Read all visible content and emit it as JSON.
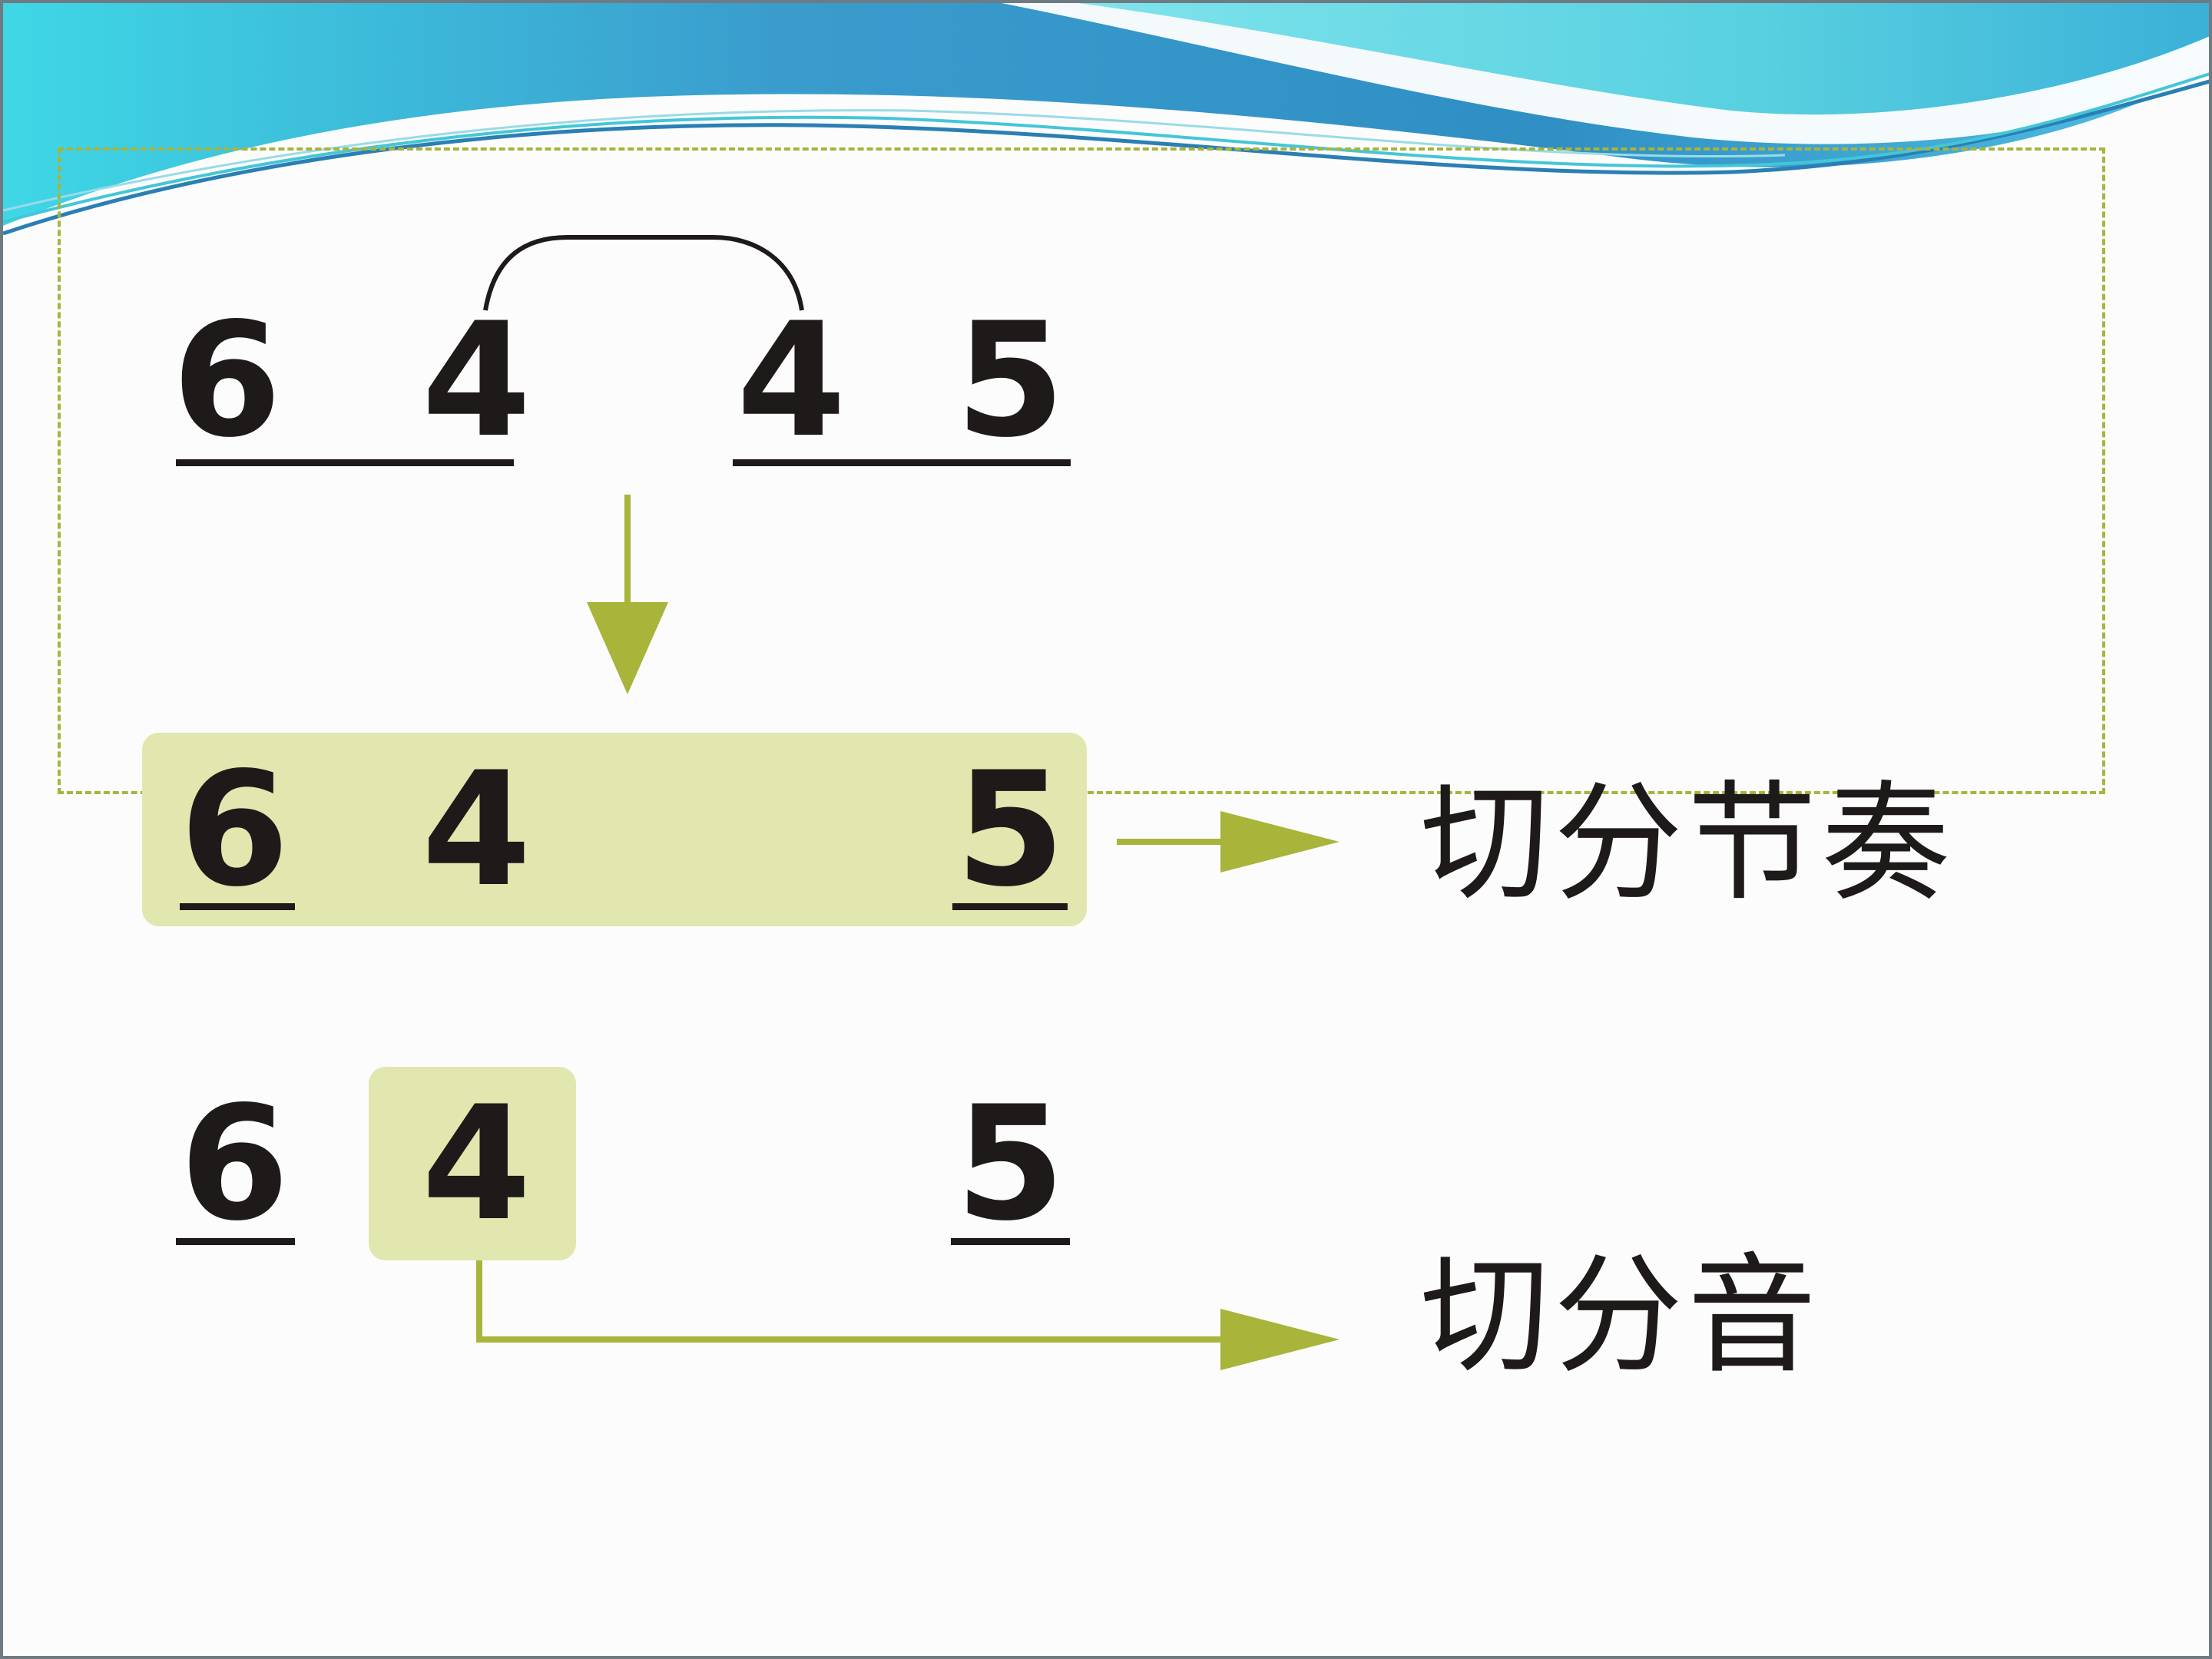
{
  "colors": {
    "accent": "#a8b43a",
    "highlight": "#e1e7ae",
    "ink": "#1e1a19",
    "banner_dark": "#2f8fc4",
    "banner_light": "#52d4e2"
  },
  "row1": {
    "n1": "6",
    "n2": "4",
    "n3": "4",
    "n4": "5"
  },
  "row2": {
    "n1": "6",
    "n2": "4",
    "n3": "5"
  },
  "row3": {
    "n1": "6",
    "n2": "4",
    "n3": "5"
  },
  "labels": {
    "syncopated_rhythm": "切分节奏",
    "syncopated_note": "切分音"
  }
}
